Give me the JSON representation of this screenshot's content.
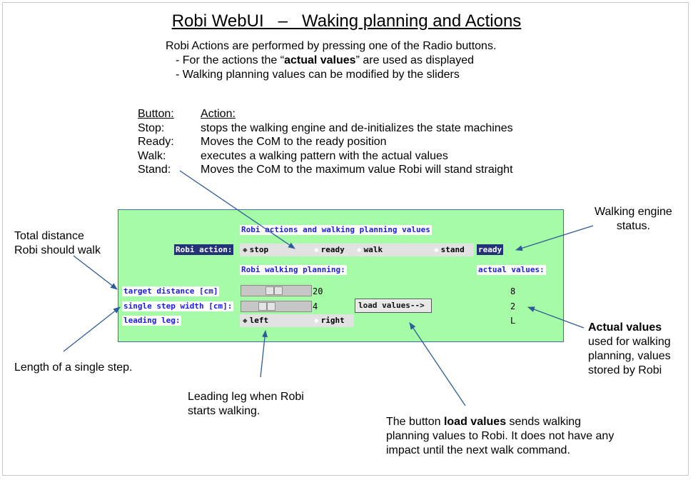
{
  "title": "Robi WebUI   –   Waking planning and Actions",
  "intro": {
    "line1": "Robi Actions are performed by pressing one of the Radio buttons.",
    "line2_pre": "- For the actions the “",
    "line2_bold": "actual values",
    "line2_post": "” are used as displayed",
    "line3": "- Walking planning values can be modified by the sliders"
  },
  "button_table": {
    "header": {
      "button": "Button:",
      "action": "Action:"
    },
    "rows": [
      {
        "button": "Stop:",
        "action": "stops the walking engine and de-initializes the state machines"
      },
      {
        "button": "Ready:",
        "action": "Moves the CoM to the ready position"
      },
      {
        "button": "Walk:",
        "action": "executes a walking pattern with the actual values"
      },
      {
        "button": "Stand:",
        "action": "Moves the CoM to the maximum value Robi will stand straight"
      }
    ]
  },
  "notes": {
    "total_distance": [
      "Total distance",
      "Robi should walk"
    ],
    "engine_status": [
      "Walking engine",
      "status."
    ],
    "single_step": "Length of a single step.",
    "leading_leg": [
      "Leading leg when Robi",
      "starts walking."
    ],
    "actual_values_title": "Actual values",
    "actual_values_lines": [
      "used for walking",
      "planning, values",
      "stored by Robi"
    ],
    "load_pre": "The button ",
    "load_bold": "load values",
    "load_post": " sends walking",
    "load_line2": "planning values to Robi. It does not have any",
    "load_line3": "impact until the next walk command."
  },
  "panel": {
    "header": "Robi actions and walking planning values",
    "action_label": "Robi action:",
    "actions": [
      {
        "label": "stop",
        "selected": true
      },
      {
        "label": "ready",
        "selected": false
      },
      {
        "label": "walk",
        "selected": false
      },
      {
        "label": "stand",
        "selected": false
      }
    ],
    "status": "ready",
    "planning_label": "Robi walking planning:",
    "actual_label": "actual values:",
    "target_distance_label": "target distance [cm]",
    "target_distance_value": "20",
    "target_distance_fraction": 0.5,
    "step_width_label": "single step width [cm]:",
    "step_width_value": "4",
    "step_width_fraction": 0.4,
    "leading_leg_label": "leading leg:",
    "legs": [
      {
        "label": "left",
        "selected": true
      },
      {
        "label": "right",
        "selected": false
      }
    ],
    "load_button": "load values-->",
    "actual_distance": "8",
    "actual_step": "2",
    "actual_leg": "L"
  },
  "colors": {
    "panel_bg": "#a6fba6",
    "label_blue": "#1a1aee",
    "status_bg": "#223377",
    "arrow": "#2e5b9a"
  }
}
